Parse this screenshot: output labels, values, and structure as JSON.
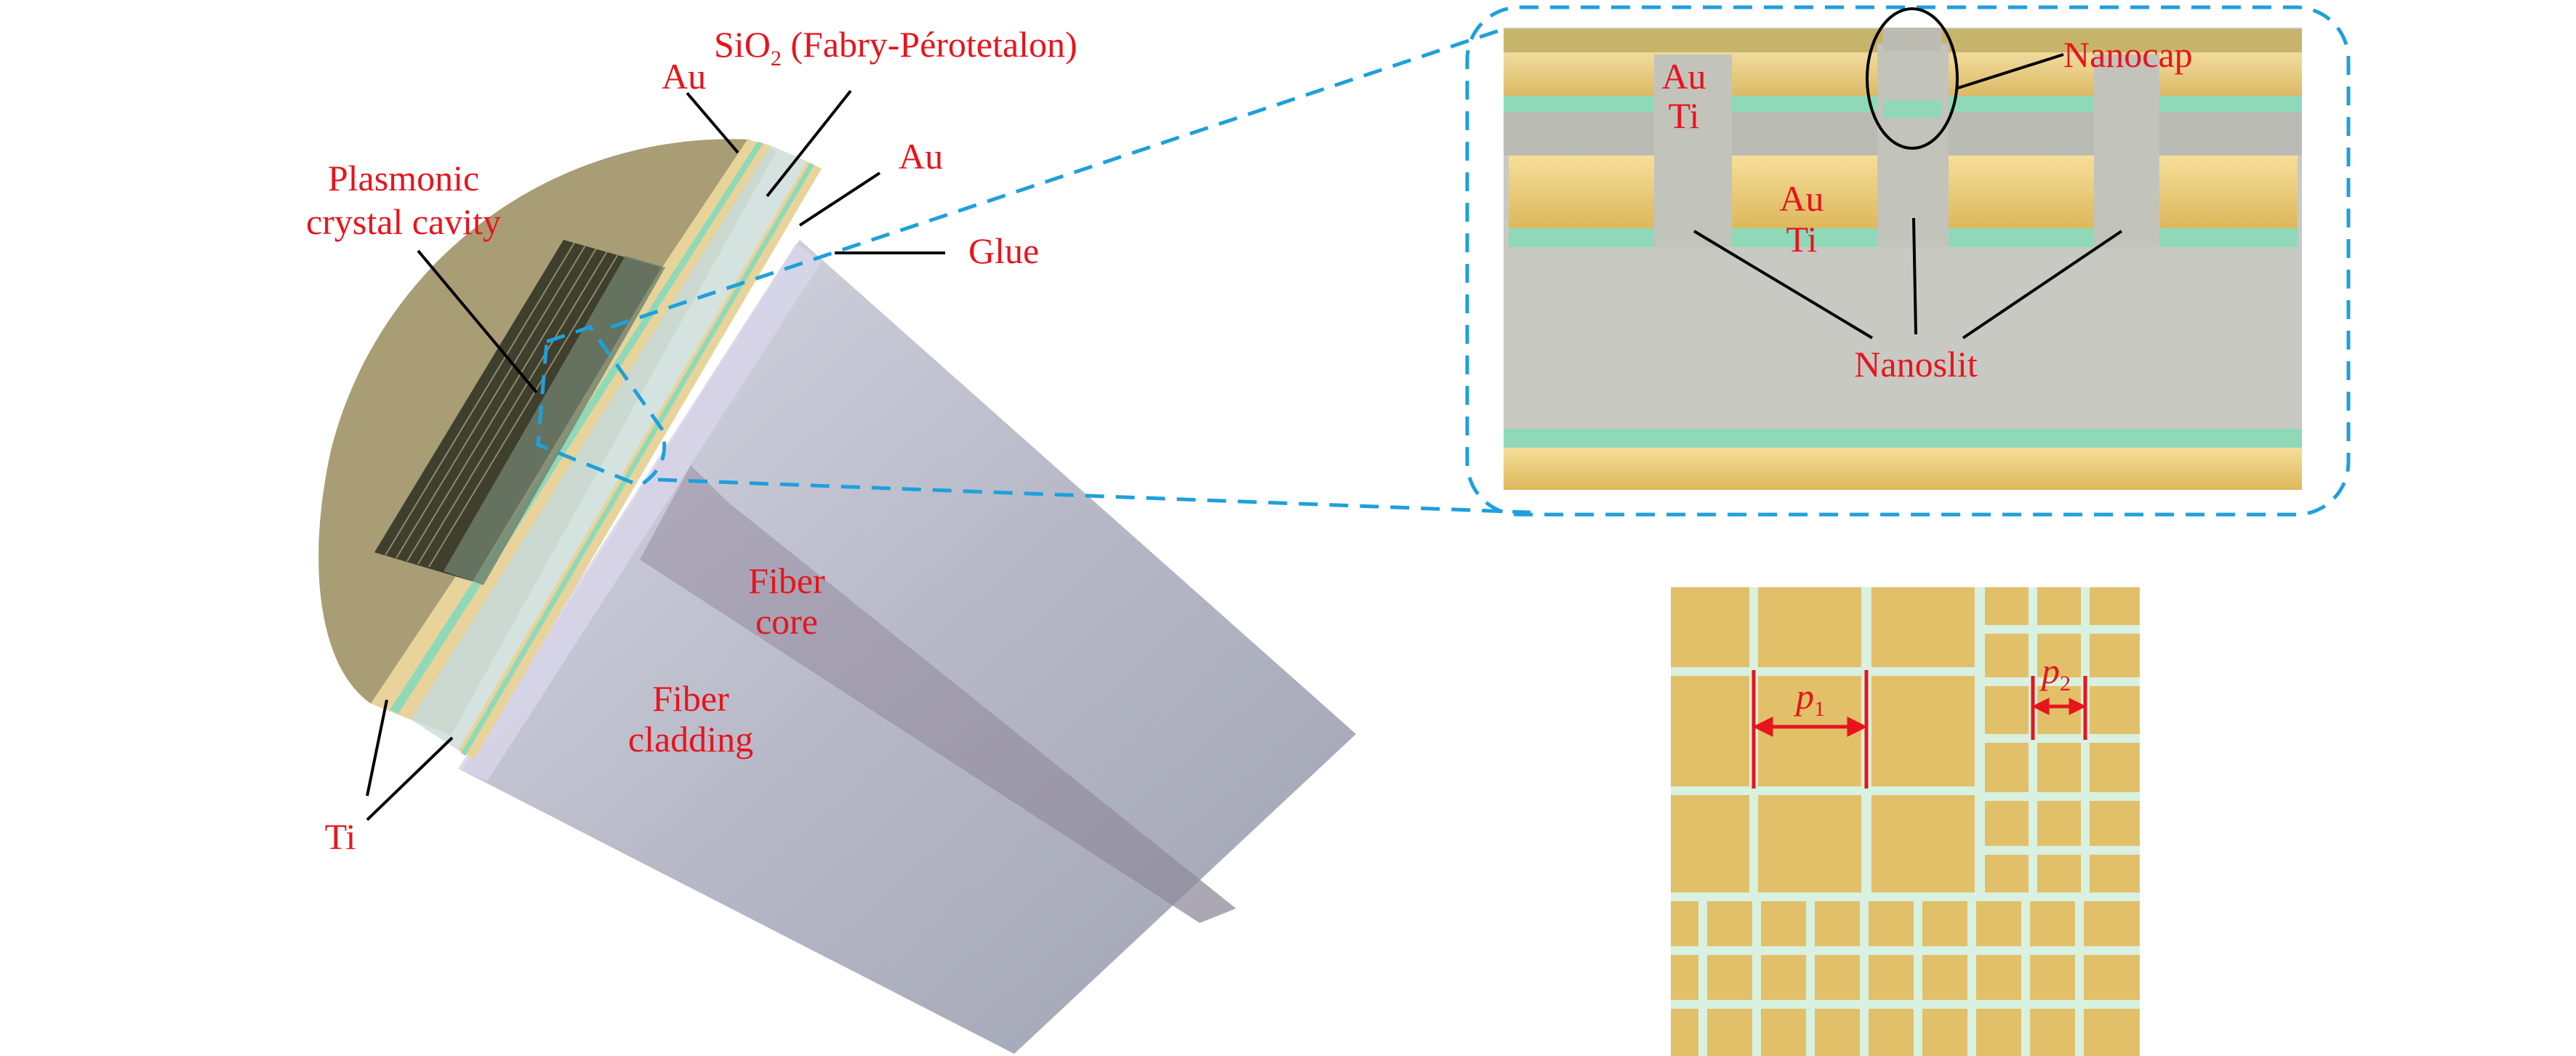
{
  "labels": {
    "plasmonic_line1": "Plasmonic",
    "plasmonic_line2": "crystal cavity",
    "au_top": "Au",
    "sio2_main": "SiO",
    "sio2_sub": "2",
    "sio2_rest": " (Fabry-Pérotetalon)",
    "au_right": "Au",
    "glue": "Glue",
    "fiber_core_line1": "Fiber",
    "fiber_core_line2": "core",
    "fiber_cladding_line1": "Fiber",
    "fiber_cladding_line2": "cladding",
    "ti": "Ti",
    "inset_au1": "Au",
    "inset_ti1": "Ti",
    "inset_au2": "Au",
    "inset_ti2": "Ti",
    "nanocap": "Nanocap",
    "nanoslit": "Nanoslit",
    "p1_main": "p",
    "p1_sub": "1",
    "p2_main": "p",
    "p2_sub": "2"
  },
  "colors": {
    "label": "#e8141c",
    "gold": "#e3c06a",
    "gold_light": "#f3d98e",
    "ti_green": "#8fd9b9",
    "sio2_gray": "#c8c9c2",
    "fiber": "#b4b6c6",
    "end_face": "#a99d75",
    "grid_line": "#d8f1e0",
    "zoom_dash": "#1ea0dc"
  },
  "icons": {
    "nanocap_marker": "ellipse-outline",
    "period_arrow": "double-headed-arrow"
  }
}
